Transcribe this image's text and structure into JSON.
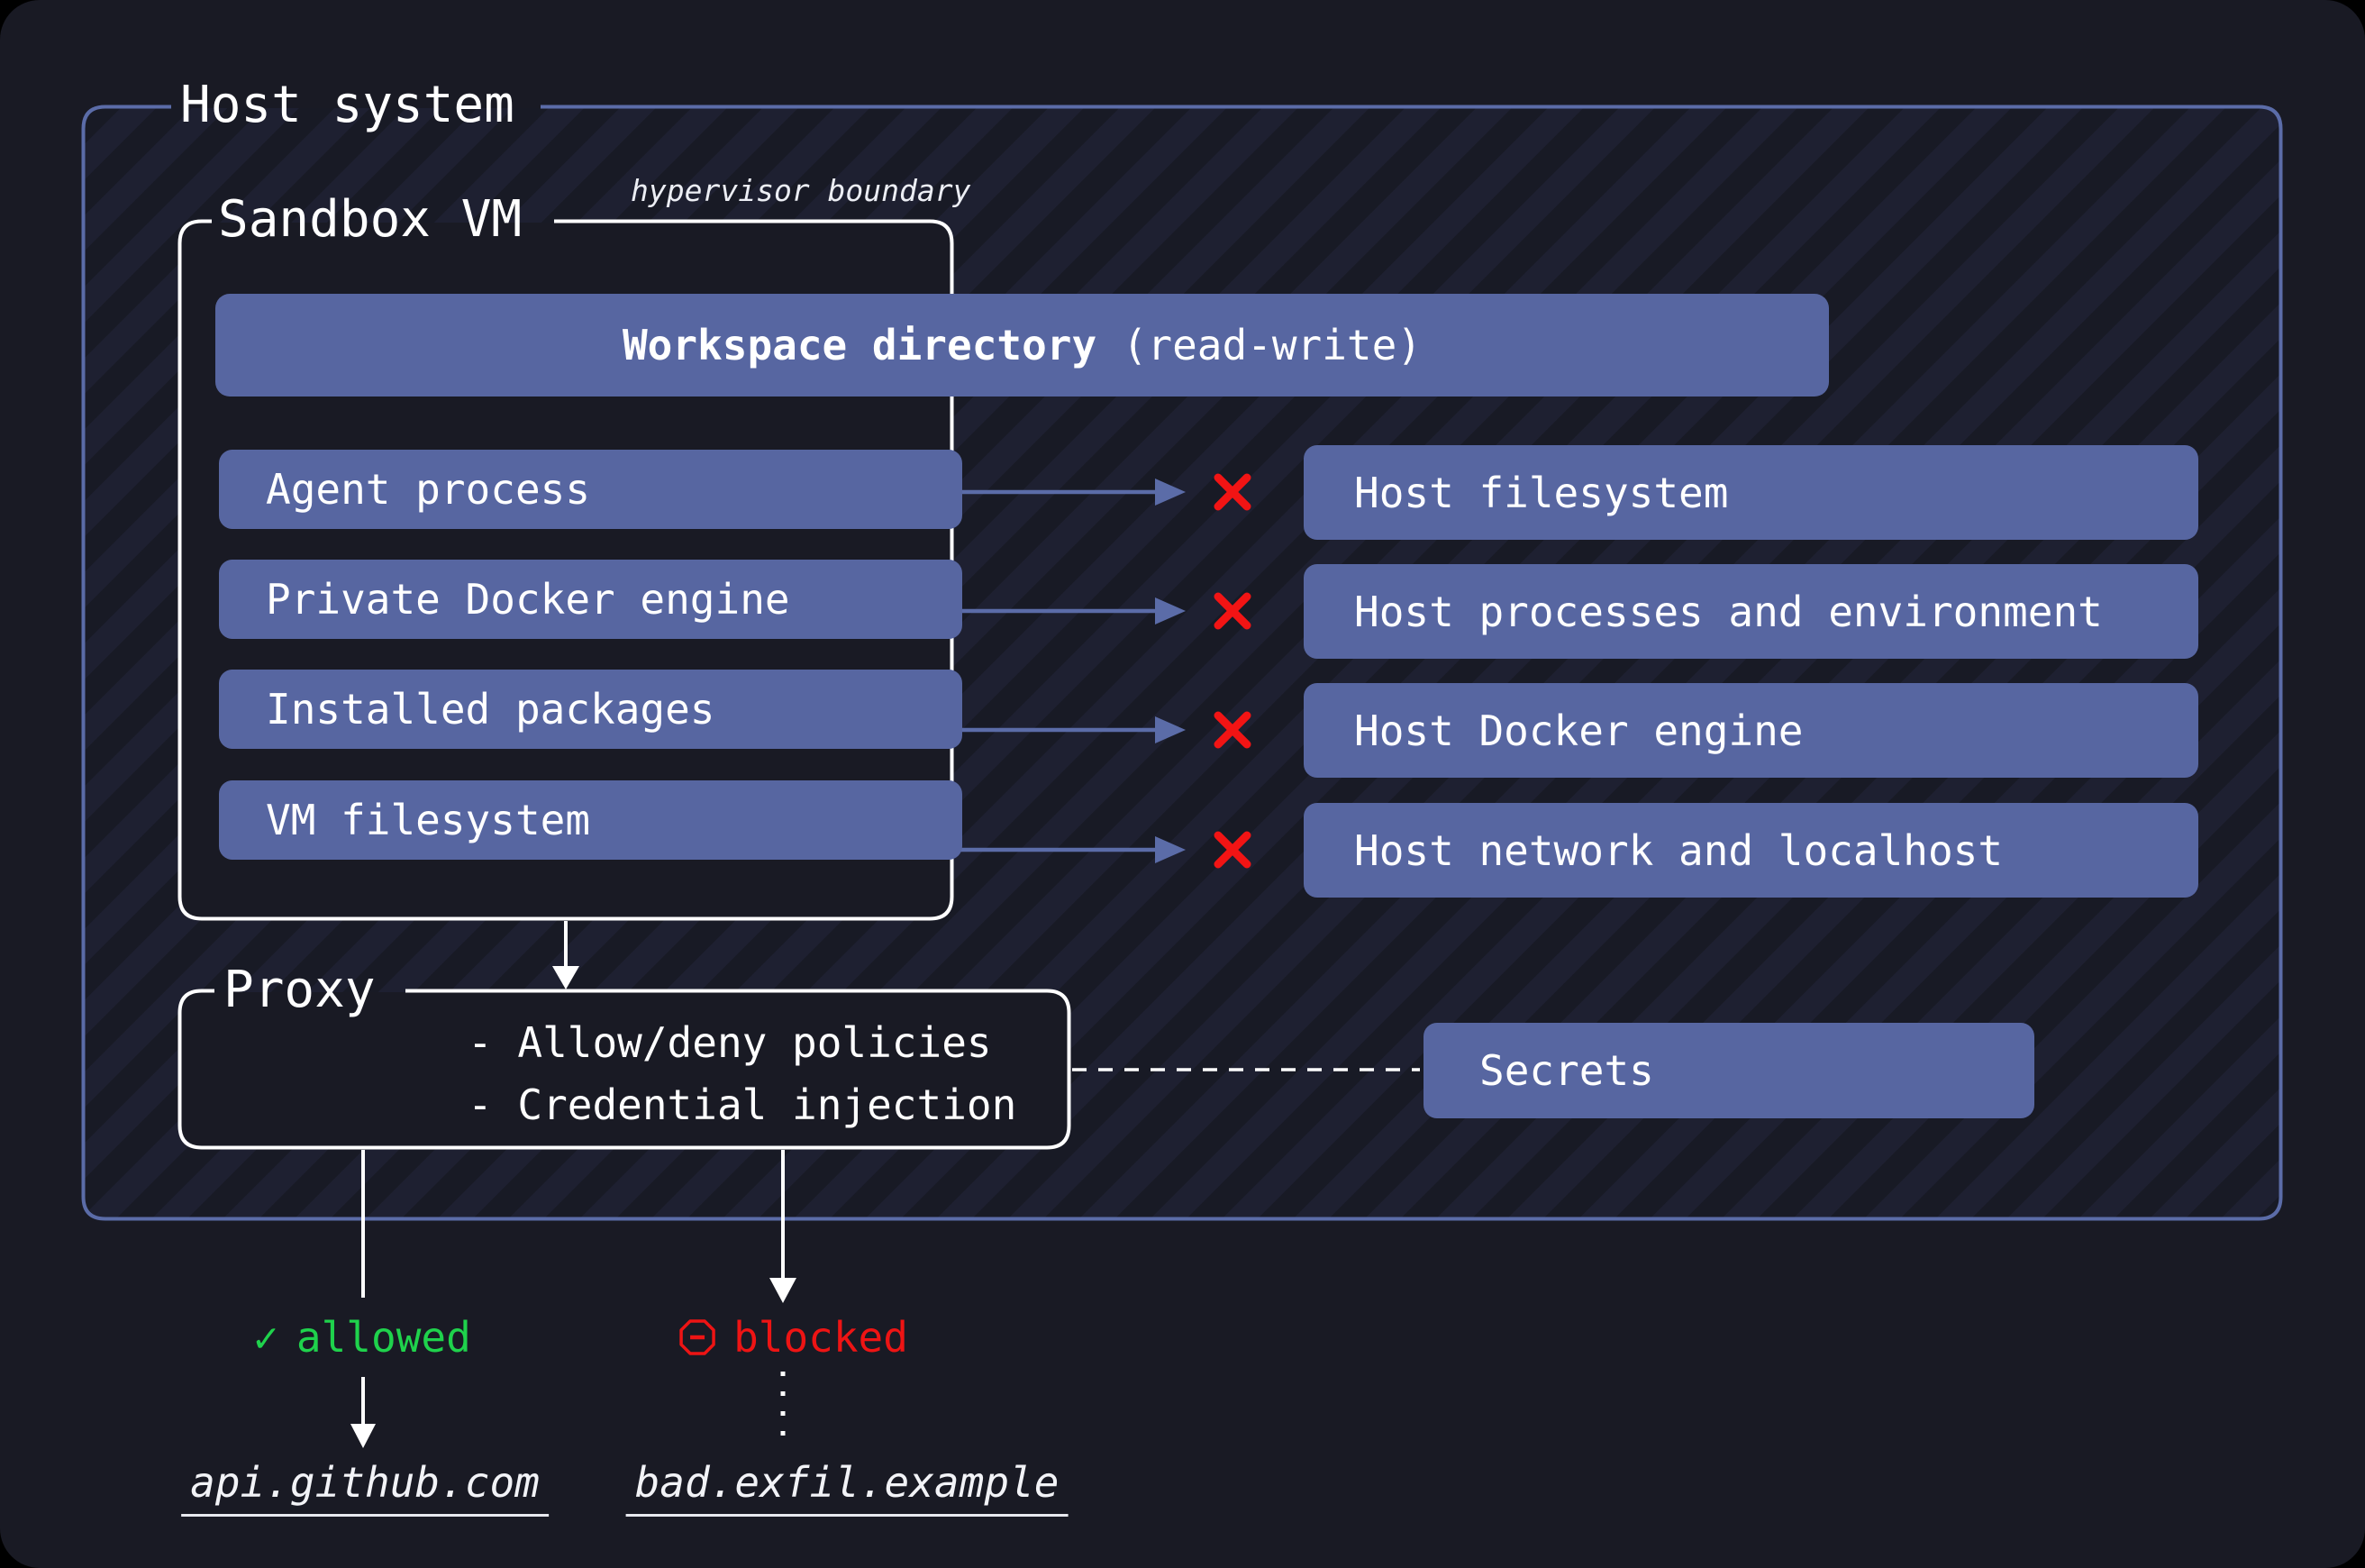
{
  "host": {
    "label": "Host system"
  },
  "sandbox": {
    "label": "Sandbox VM",
    "boundary_note": "hypervisor boundary",
    "workspace": {
      "title_bold": "Workspace directory",
      "title_suffix": "(read-write)"
    },
    "components": [
      "Agent process",
      "Private Docker engine",
      "Installed packages",
      "VM filesystem"
    ]
  },
  "blocked_targets": [
    "Host filesystem",
    "Host processes and environment",
    "Host Docker engine",
    "Host network and localhost"
  ],
  "proxy": {
    "label": "Proxy",
    "items": [
      "- Allow/deny policies",
      "- Credential injection"
    ]
  },
  "secrets": {
    "label": "Secrets"
  },
  "egress": {
    "allowed": {
      "check": "✓",
      "label": "allowed",
      "domain": "api.github.com"
    },
    "blocked": {
      "label": "blocked",
      "domain": "bad.exfil.example"
    }
  },
  "colors": {
    "accent_blue": "#5b6ca8",
    "node_fill": "#5766a1",
    "allowed_green": "#1fd24c",
    "blocked_red": "#ee1414",
    "background": "#191a24"
  }
}
